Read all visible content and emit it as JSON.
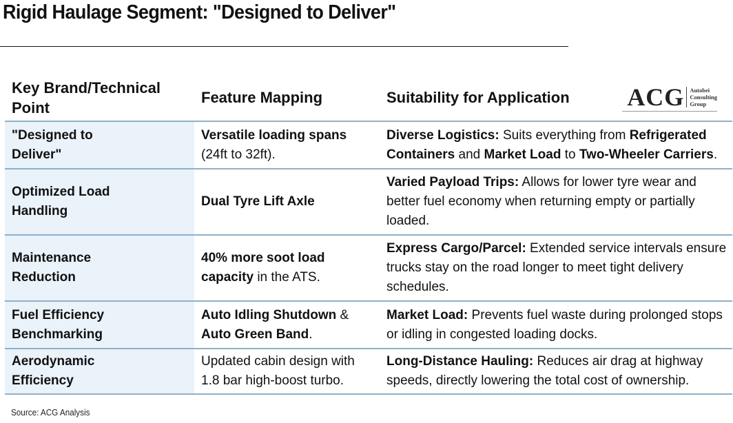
{
  "title": "Rigid Haulage Segment: \"Designed to Deliver\"",
  "logo": {
    "main": "ACG",
    "sub_line1": "Autobei",
    "sub_line2": "Consulting",
    "sub_line3": "Group"
  },
  "table": {
    "headers": [
      "Key Brand/Technical Point",
      "Feature Mapping",
      "Suitability for Application"
    ],
    "rows": [
      {
        "point": "\"Designed to Deliver\"",
        "feature": [
          {
            "t": "Versatile loading spans",
            "b": true
          },
          {
            "t": " (24ft to 32ft).",
            "b": false
          }
        ],
        "suitability": [
          {
            "t": "Diverse Logistics:",
            "b": true
          },
          {
            "t": " Suits everything from ",
            "b": false
          },
          {
            "t": "Refrigerated Containers",
            "b": true
          },
          {
            "t": " and ",
            "b": false
          },
          {
            "t": "Market Load",
            "b": true
          },
          {
            "t": " to ",
            "b": false
          },
          {
            "t": "Two-Wheeler Carriers",
            "b": true
          },
          {
            "t": ".",
            "b": false
          }
        ],
        "height": 67
      },
      {
        "point": "Optimized Load Handling",
        "feature": [
          {
            "t": "Dual Tyre Lift Axle",
            "b": true
          }
        ],
        "suitability": [
          {
            "t": "Varied Payload Trips:",
            "b": true
          },
          {
            "t": " Allows for lower tyre wear and better fuel economy when returning empty or partially loaded.",
            "b": false
          }
        ],
        "height": 94
      },
      {
        "point": "Maintenance Reduction",
        "feature": [
          {
            "t": "40% more soot load capacity",
            "b": true
          },
          {
            "t": " in the ATS.",
            "b": false
          }
        ],
        "suitability": [
          {
            "t": "Express Cargo/Parcel:",
            "b": true
          },
          {
            "t": " Extended service intervals ensure trucks stay on the road longer to meet tight delivery schedules.",
            "b": false
          }
        ],
        "height": 94
      },
      {
        "point": "Fuel Efficiency Benchmarking",
        "feature": [
          {
            "t": "Auto Idling Shutdown",
            "b": true
          },
          {
            "t": " & ",
            "b": false
          },
          {
            "t": "Auto Green Band",
            "b": true
          },
          {
            "t": ".",
            "b": false
          }
        ],
        "suitability": [
          {
            "t": "Market Load:",
            "b": true
          },
          {
            "t": " Prevents fuel waste during prolonged stops or idling in congested loading docks.",
            "b": false
          }
        ],
        "height": 67
      },
      {
        "point": "Aerodynamic Efficiency",
        "feature": [
          {
            "t": "Updated cabin design with 1.8 bar high-boost turbo.",
            "b": false
          }
        ],
        "suitability": [
          {
            "t": "Long-Distance Hauling:",
            "b": true
          },
          {
            "t": " Reduces air drag at highway speeds, directly lowering the total cost of ownership.",
            "b": false
          }
        ],
        "height": 64
      }
    ]
  },
  "source": "Source: ACG Analysis",
  "colors": {
    "first_col_bg": "#eaf2fa",
    "row_border": "#8fb0c8"
  }
}
